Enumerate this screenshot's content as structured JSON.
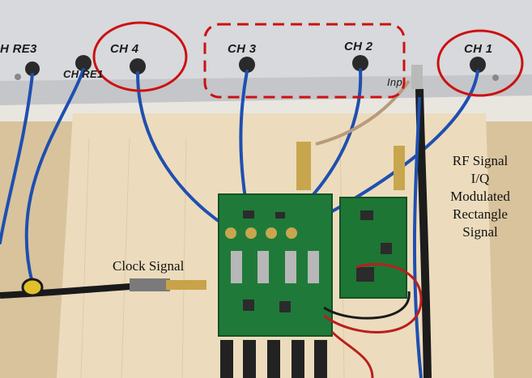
{
  "enclosure_labels": {
    "re3": "H RE3",
    "re1": "CH RE1",
    "ch4": "CH 4",
    "ch3": "CH 3",
    "ch2": "CH 2",
    "ch1": "CH 1",
    "inp": "Inp"
  },
  "annotations": {
    "clock": "Clock Signal",
    "rf": [
      "RF Signal",
      "I/Q",
      "Modulated",
      "Rectangle",
      "Signal"
    ]
  },
  "colors": {
    "highlight": "#cc1111",
    "cable": "#1f4fb0",
    "board": "#1f7a3a",
    "wood": "#ead7b6",
    "enclosure": "#d9dbde"
  }
}
